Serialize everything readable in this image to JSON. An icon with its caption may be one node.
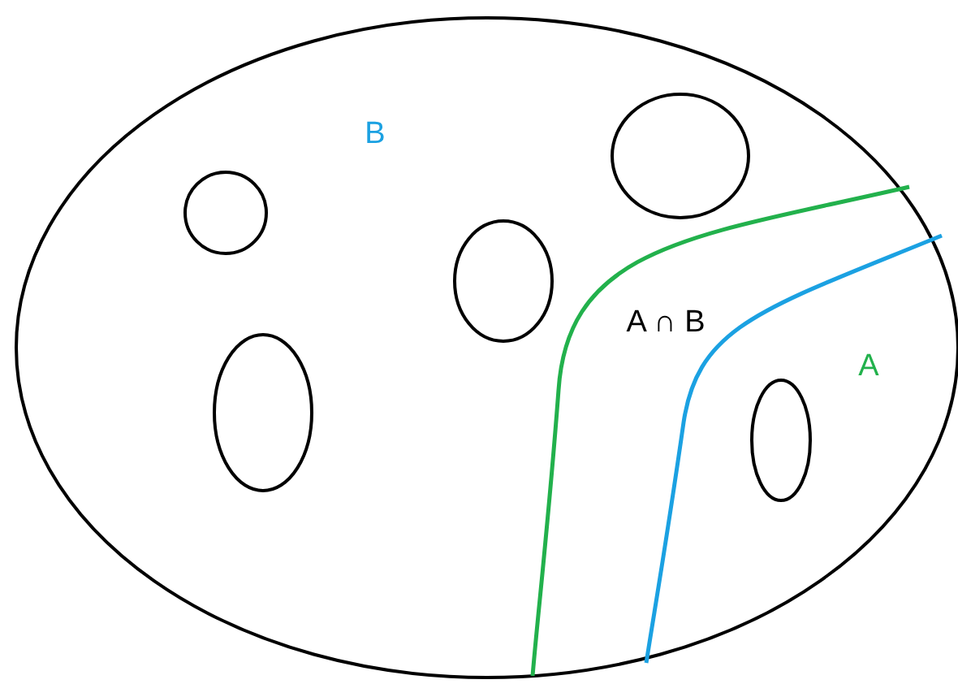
{
  "diagram": {
    "labels": [
      "B",
      "A ∩ B",
      "A"
    ]
  }
}
